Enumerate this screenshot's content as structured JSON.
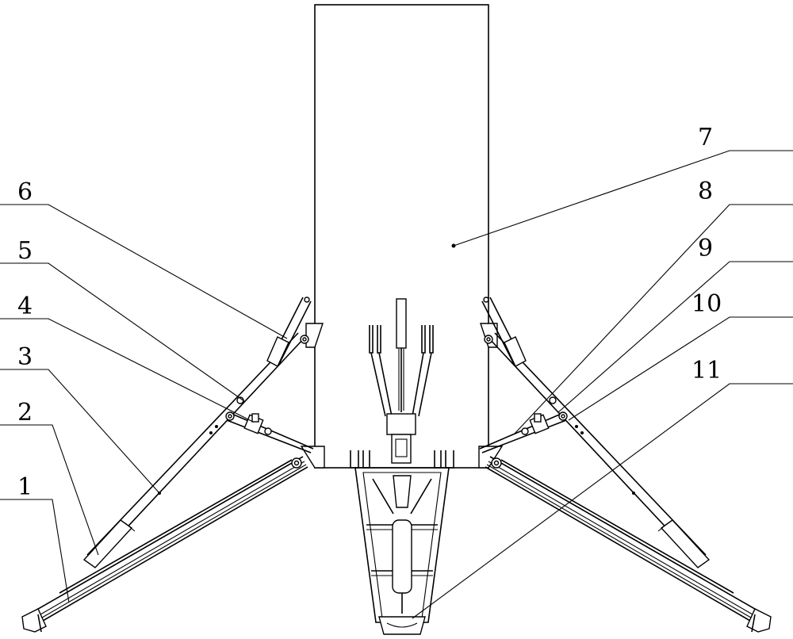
{
  "figure": {
    "callouts": [
      {
        "id": "c1",
        "label": "1"
      },
      {
        "id": "c2",
        "label": "2"
      },
      {
        "id": "c3",
        "label": "3"
      },
      {
        "id": "c4",
        "label": "4"
      },
      {
        "id": "c5",
        "label": "5"
      },
      {
        "id": "c6",
        "label": "6"
      },
      {
        "id": "c7",
        "label": "7"
      },
      {
        "id": "c8",
        "label": "8"
      },
      {
        "id": "c9",
        "label": "9"
      },
      {
        "id": "c10",
        "label": "10"
      },
      {
        "id": "c11",
        "label": "11"
      }
    ]
  }
}
